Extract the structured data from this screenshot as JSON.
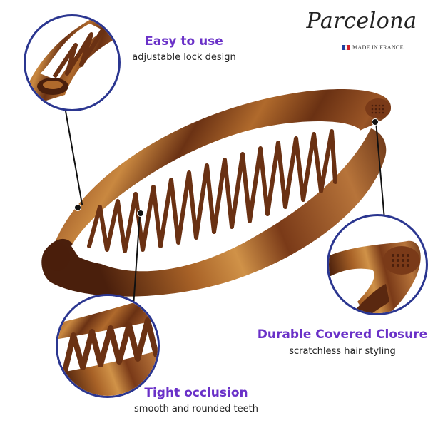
{
  "brand": {
    "name": "Parcelona",
    "origin": "MADE IN FRANCE",
    "flag_colors": [
      "#1f3fa0",
      "#ffffff",
      "#d21f2a"
    ]
  },
  "features": [
    {
      "title": "Easy to use",
      "subtitle": "adjustable lock design"
    },
    {
      "title": "Durable Covered Closure",
      "subtitle": "scratchless hair styling"
    },
    {
      "title": "Tight occlusion",
      "subtitle": "smooth and rounded teeth"
    }
  ],
  "colors": {
    "accent": "#6a31c8",
    "circle_border": "#2b3690",
    "tortoise_dark": "#5a2a12",
    "tortoise_mid": "#8a4a22",
    "tortoise_light": "#c07a3a"
  }
}
